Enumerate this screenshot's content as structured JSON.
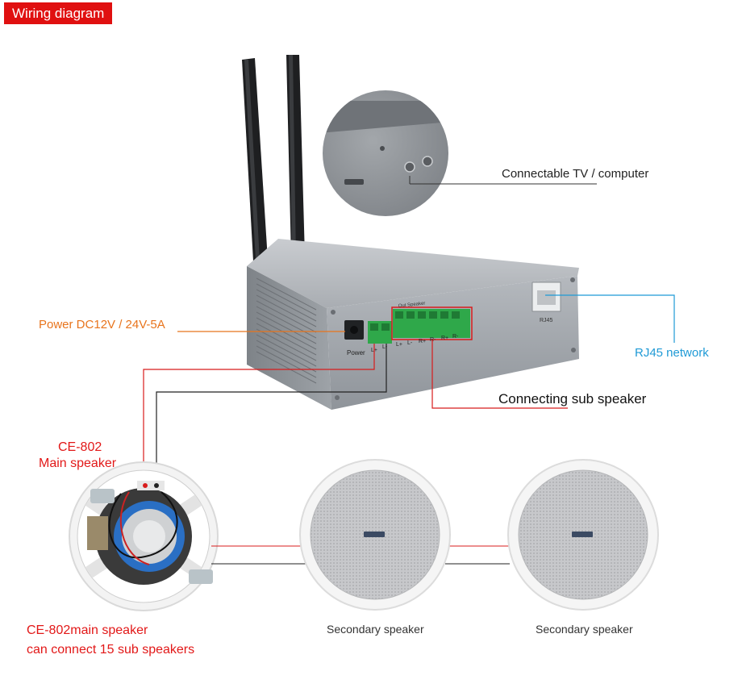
{
  "title": "Wiring diagram",
  "labels": {
    "tv": "Connectable TV / computer",
    "power": "Power DC12V / 24V-5A",
    "rj45": "RJ45 network",
    "sub": "Connecting sub speaker",
    "main_model": "CE-802",
    "main_name": "Main speaker",
    "main_note_1": "CE-802main speaker",
    "main_note_2": "can connect 15 sub speakers",
    "secondary_1": "Secondary speaker",
    "secondary_2": "Secondary speaker"
  },
  "device_text": {
    "power_port": "Power",
    "out_speaker": "Out Speaker",
    "rj45_port": "RJ45",
    "terminal_l1": "L+",
    "terminal_l2": "L-",
    "terminal_1": "L+",
    "terminal_2": "L-",
    "terminal_3": "R+",
    "terminal_4": "R-",
    "terminal_5": "R+",
    "terminal_6": "R-"
  },
  "colors": {
    "title_bg": "#e01010",
    "power_line": "#e8741c",
    "rj45_line": "#1f9ad6",
    "speaker_line": "#d81c1c",
    "terminal_green": "#2fa84a"
  }
}
